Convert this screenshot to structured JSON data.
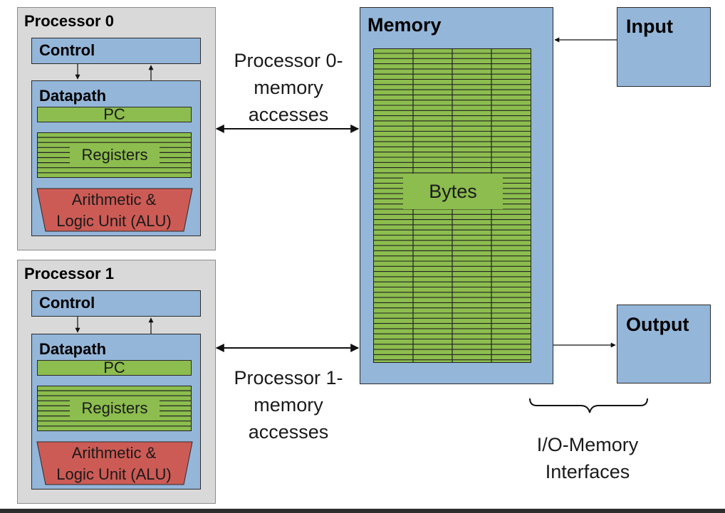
{
  "processors": [
    {
      "title": "Processor 0",
      "control_label": "Control",
      "datapath_label": "Datapath",
      "pc_label": "PC",
      "registers_label": "Registers",
      "alu_label": "Arithmetic & Logic Unit (ALU)",
      "alu_line1": "Arithmetic &",
      "alu_line2": "Logic Unit (ALU)"
    },
    {
      "title": "Processor 1",
      "control_label": "Control",
      "datapath_label": "Datapath",
      "pc_label": "PC",
      "registers_label": "Registers",
      "alu_label": "Arithmetic & Logic Unit (ALU)",
      "alu_line1": "Arithmetic &",
      "alu_line2": "Logic Unit (ALU)"
    }
  ],
  "memory": {
    "title": "Memory",
    "bytes_label": "Bytes"
  },
  "input": {
    "title": "Input"
  },
  "output": {
    "title": "Output"
  },
  "links": {
    "p0_line1": "Processor 0-",
    "p0_line2": "memory",
    "p0_line3": "accesses",
    "p1_line1": "Processor 1-",
    "p1_line2": "memory",
    "p1_line3": "accesses"
  },
  "io_interfaces": {
    "line1": "I/O-Memory",
    "line2": "Interfaces"
  },
  "colors": {
    "processor_bg": "#d9d9d9",
    "unit_blue": "#94b6d9",
    "register_green": "#8cbd4e",
    "alu_red": "#cd5b55"
  }
}
